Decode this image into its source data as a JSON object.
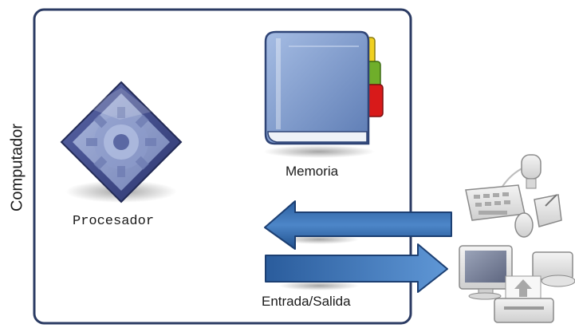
{
  "labels": {
    "computer": "Computador",
    "processor": "Procesador",
    "memory": "Memoria",
    "io": "Entrada/Salida"
  },
  "icons": {
    "processor": "gear-processor-icon",
    "memory": "book-memory-icon",
    "input_devices": "keyboard-mouse-microphone-tablet-icon",
    "output_devices": "monitor-printer-disc-icon"
  },
  "colors": {
    "frame_border": "#2b3b63",
    "processor_diamond": "#3e4a8a",
    "book_cover": "#7c98c9",
    "tab_yellow": "#f0d020",
    "tab_green": "#6fae2a",
    "tab_red": "#d81a1a",
    "arrow_blue": "#2f68ad"
  }
}
